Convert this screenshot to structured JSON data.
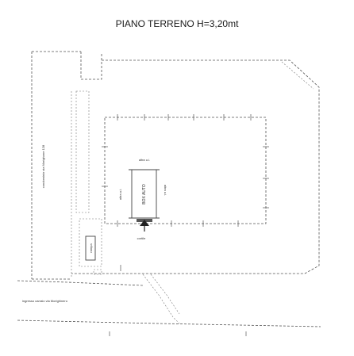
{
  "title": "PIANO TERRENO H=3,20mt",
  "labels": {
    "left_neighbor": "condominio via Morighone 128",
    "box_auto": "BOX AUTO",
    "box_top_neighbor": "altra u.i.",
    "box_left_neighbor": "altra u.i.",
    "box_right_neighbor": "altra u.i.",
    "courtyard": "cortile",
    "ramp": "rampa",
    "entrance": "ingresso carraio via Morighinero"
  }
}
